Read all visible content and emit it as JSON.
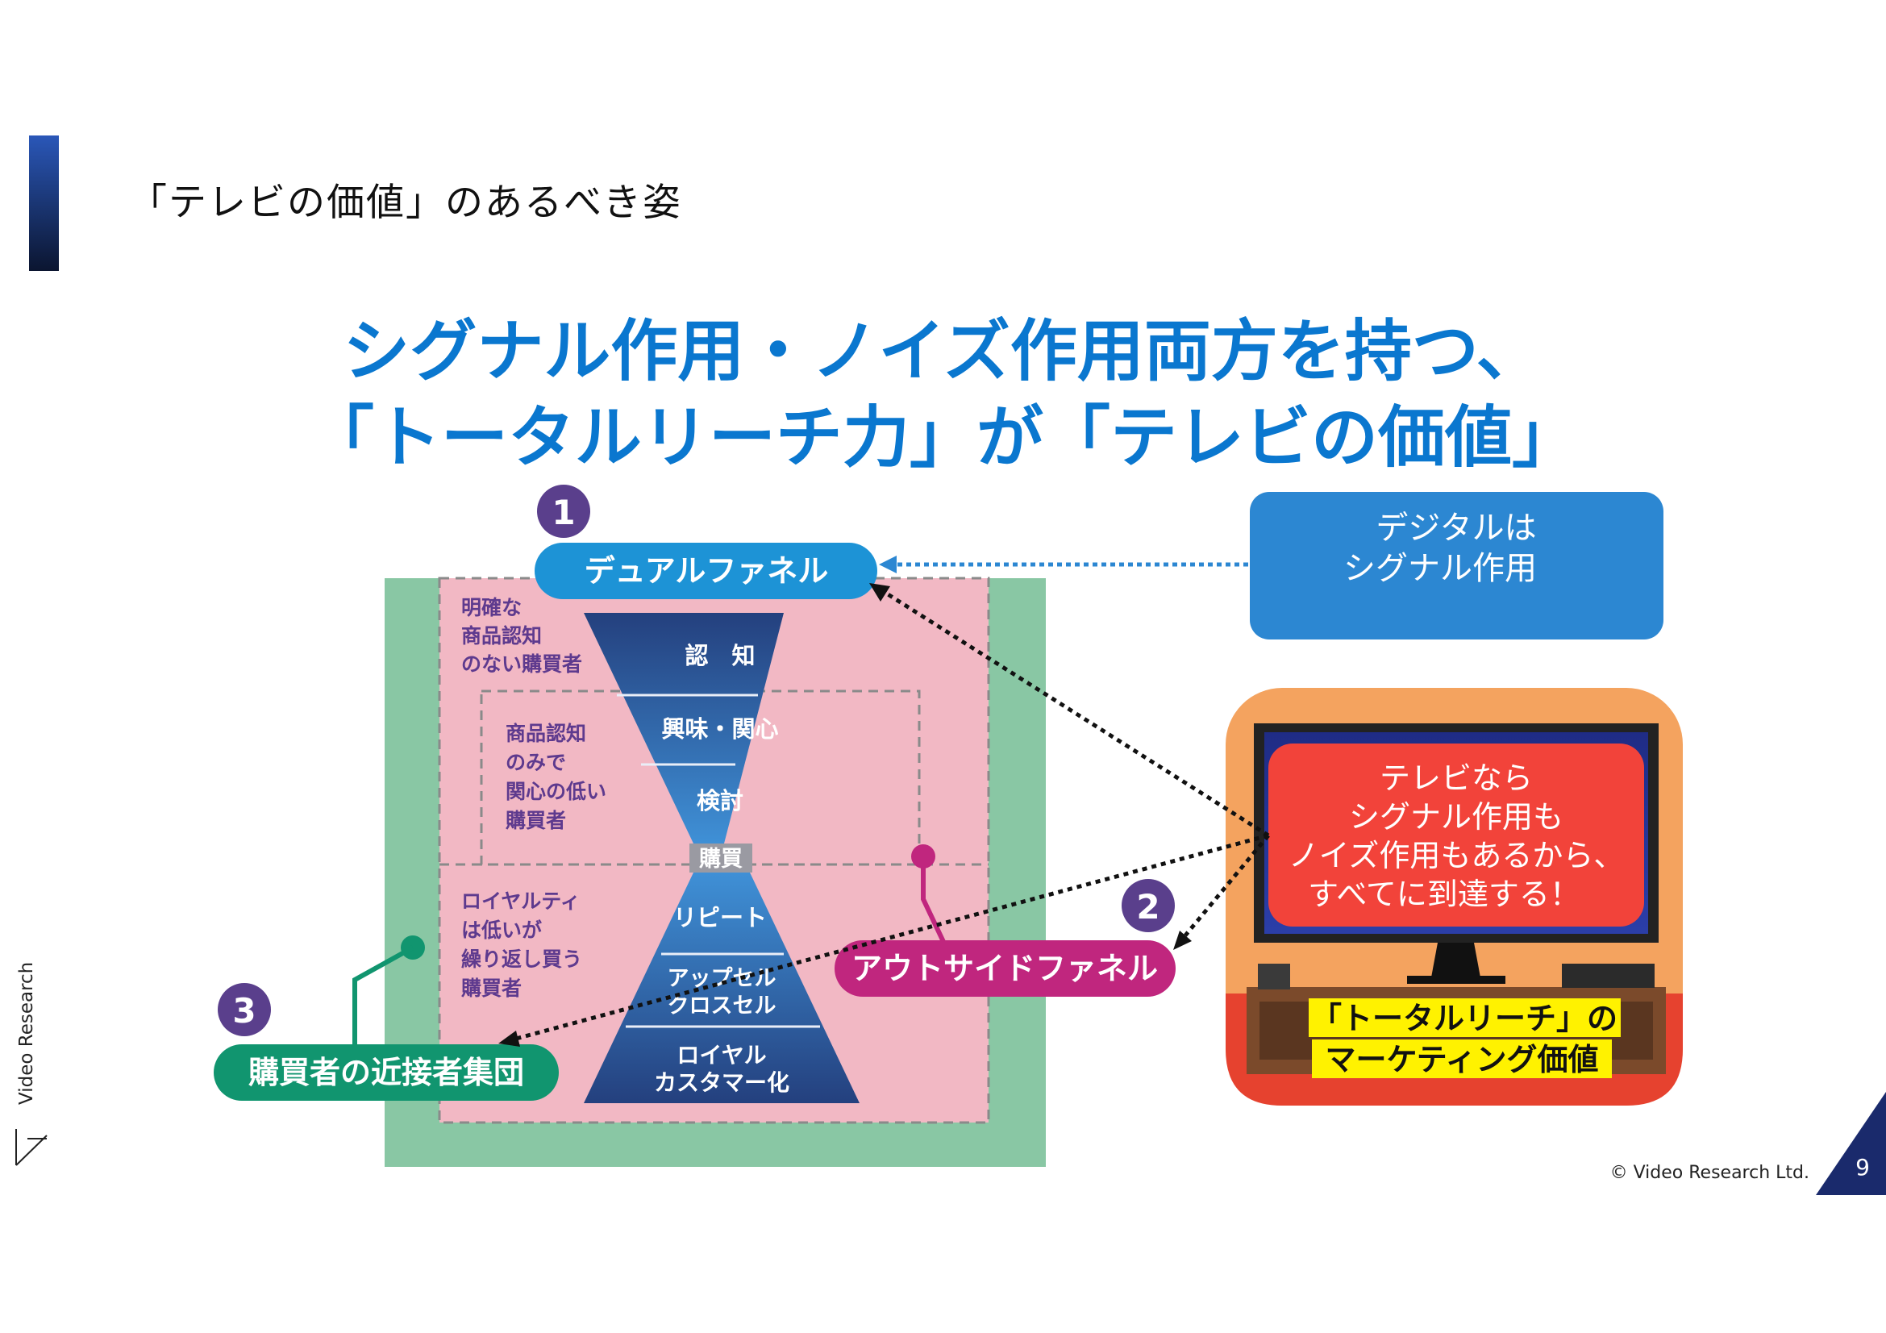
{
  "header": {
    "title": "「テレビの価値」のあるべき姿"
  },
  "headline": {
    "line1": "シグナル作用・ノイズ作用両方を持つ、",
    "line2": "「トータルリーチ力」が「テレビの価値」"
  },
  "funnel": {
    "label_dual": "デュアルファネル",
    "label_outside": "アウトサイドファネル",
    "label_nearby": "購買者の近接者集団",
    "num1": "1",
    "num2": "2",
    "num3": "3",
    "segments": {
      "ninchi": "認　知",
      "kyomi": "興味・関心",
      "kento": "検討",
      "kobai": "購買",
      "repeat": "リピート",
      "upsell1": "アップセル",
      "upsell2": "クロスセル",
      "royal1": "ロイヤル",
      "royal2": "カスタマー化"
    },
    "note_a": [
      "明確な",
      "商品認知",
      "のない購買者"
    ],
    "note_b": [
      "商品認知",
      "のみで",
      "関心の低い",
      "購買者"
    ],
    "note_c": [
      "ロイヤルティ",
      "は低いが",
      "繰り返し買う",
      "購買者"
    ]
  },
  "digital_box": {
    "line1": "デジタルは",
    "line2": "シグナル作用"
  },
  "tv_box": {
    "screen_lines": [
      "テレビなら",
      "シグナル作用も",
      "ノイズ作用もあるから、",
      "すべてに到達する！"
    ],
    "caption_line1": "「トータルリーチ」の",
    "caption_line2": "マーケティング価値"
  },
  "footer": {
    "copyright": "© Video Research Ltd.",
    "page_number": "9",
    "logo_text": "Video Research"
  },
  "colors": {
    "accent_blue": "#0a77cf",
    "dual_funnel": "#1d93d6",
    "outside_funnel": "#c0267e",
    "nearby_group": "#11956f",
    "green_bg": "#89c7a4",
    "pink_bg": "#f2b8c4",
    "tv_red": "#f2433a",
    "tv_orange": "#f4a35f",
    "caption_yellow": "#fff200"
  }
}
